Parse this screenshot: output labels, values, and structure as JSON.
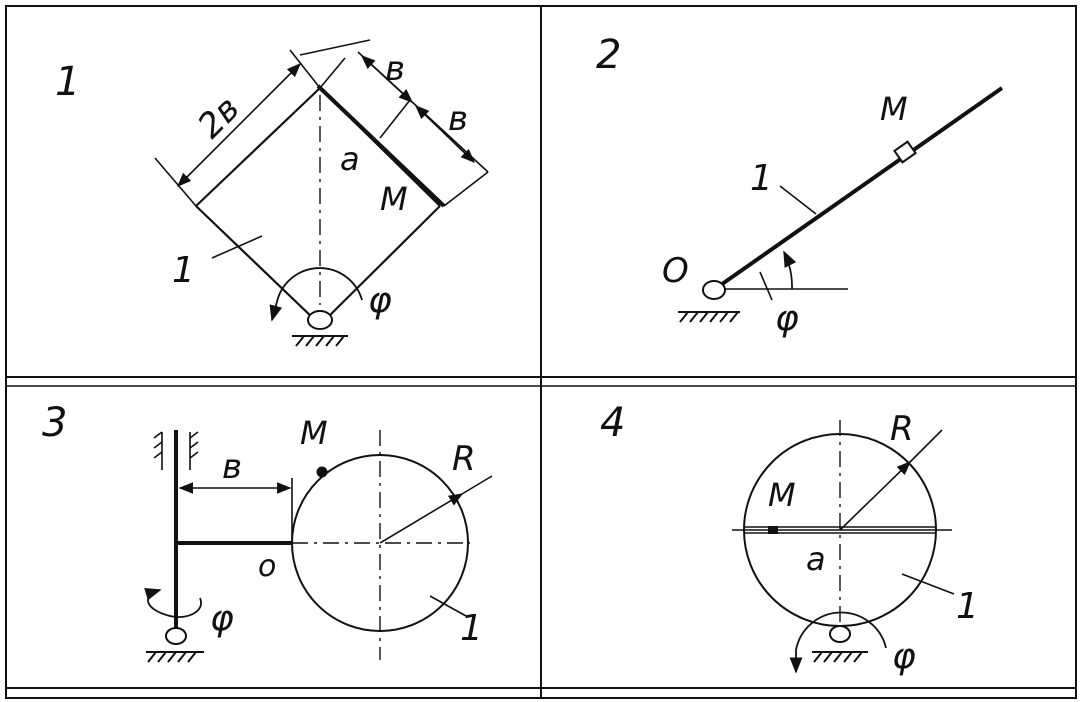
{
  "panels": [
    {
      "number": "1",
      "labels": {
        "two_b": "2в",
        "b_top": "в",
        "b_right": "в",
        "a": "а",
        "m": "М",
        "one": "1",
        "phi": "φ"
      }
    },
    {
      "number": "2",
      "labels": {
        "m": "М",
        "one": "1",
        "o": "О",
        "phi": "φ"
      }
    },
    {
      "number": "3",
      "labels": {
        "m": "М",
        "b": "в",
        "r": "R",
        "o": "о",
        "one": "1",
        "phi": "φ"
      }
    },
    {
      "number": "4",
      "labels": {
        "r": "R",
        "m": "М",
        "a": "а",
        "one": "1",
        "phi": "φ"
      }
    }
  ]
}
